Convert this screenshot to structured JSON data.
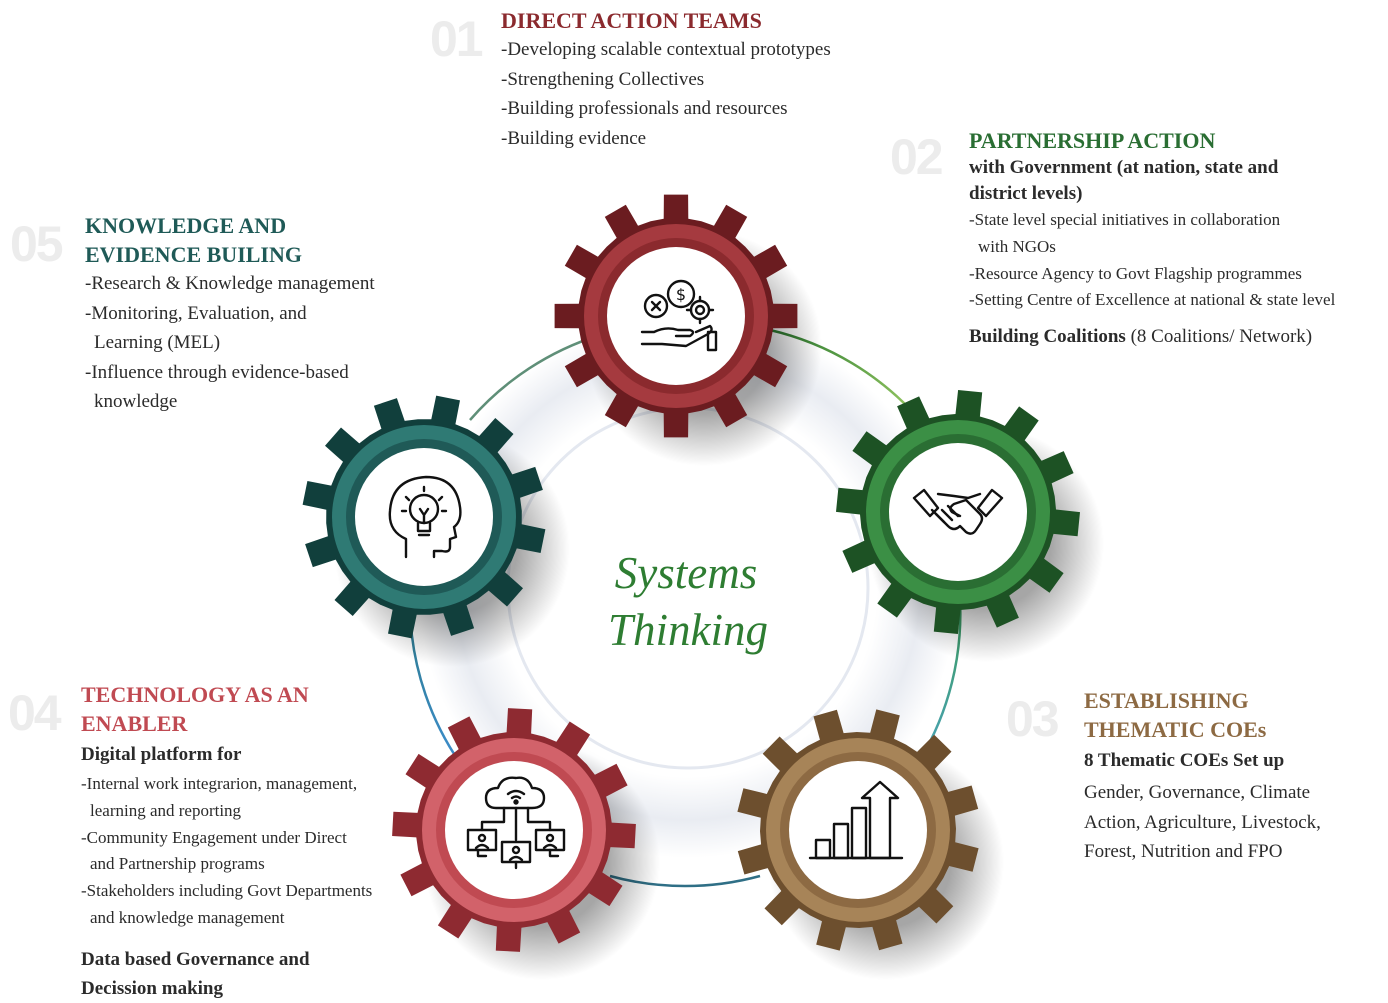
{
  "center_title": [
    "Systems",
    "Thinking"
  ],
  "colors": {
    "red": "#8b2a2e",
    "green": "#2a6e33",
    "brown": "#8d6a43",
    "teal": "#1f5a57",
    "rose": "#c04a52",
    "number_gray": "#ececec"
  },
  "sections": {
    "s01": {
      "number": "01",
      "heading": "DIRECT ACTION TEAMS",
      "items": [
        "-Developing scalable contextual prototypes",
        "-Strengthening Collectives",
        "-Building professionals and resources",
        "-Building evidence"
      ],
      "icon": "money-hand-gear-icon"
    },
    "s02": {
      "number": "02",
      "heading": "PARTNERSHIP ACTION",
      "subheading": [
        "with Government (at nation, state and",
        "district levels)"
      ],
      "items": [
        "-State level special initiatives in collaboration",
        "with NGOs",
        "-Resource Agency to Govt Flagship programmes",
        "-Setting Centre of Excellence at national & state level"
      ],
      "footer_bold": "Building Coalitions",
      "footer_rest": " (8 Coalitions/ Network)",
      "icon": "handshake-icon"
    },
    "s03": {
      "number": "03",
      "heading": [
        "ESTABLISHING",
        "THEMATIC COEs"
      ],
      "subheading": "8 Thematic COEs Set up",
      "items": [
        "Gender, Governance, Climate",
        "Action, Agriculture, Livestock,",
        "Forest, Nutrition and FPO"
      ],
      "icon": "growth-chart-icon"
    },
    "s04": {
      "number": "04",
      "heading": [
        "TECHNOLOGY AS AN",
        "ENABLER"
      ],
      "subheading": "Digital platform for",
      "items": [
        "-Internal work integrarion, management,",
        "learning and reporting",
        "-Community Engagement under Direct",
        "and Partnership programs",
        "-Stakeholders including Govt Departments",
        "and knowledge management"
      ],
      "footer": [
        "Data based Governance and",
        "Decission making"
      ],
      "icon": "cloud-network-icon"
    },
    "s05": {
      "number": "05",
      "heading": [
        "KNOWLEDGE AND",
        "EVIDENCE BUILING"
      ],
      "items": [
        "-Research & Knowledge management",
        "-Monitoring, Evaluation, and",
        "Learning (MEL)",
        "-Influence through evidence-based",
        "knowledge"
      ],
      "icon": "head-lightbulb-icon"
    }
  }
}
